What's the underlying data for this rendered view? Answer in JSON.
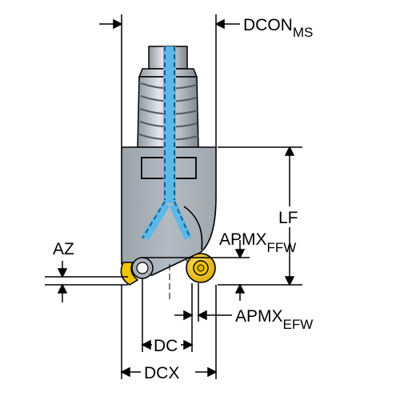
{
  "labels": {
    "dcon": {
      "main": "DCON",
      "sub": "MS"
    },
    "lf": "LF",
    "az": "AZ",
    "apmx_ffw": {
      "main": "APMX",
      "sub": "FFW"
    },
    "apmx_efw": {
      "main": "APMX",
      "sub": "EFW"
    },
    "dc": "DC",
    "dcx": "DCX"
  },
  "colors": {
    "body_gray": "#a9b0b8",
    "body_light": "#d4d9de",
    "coolant_blue": "#5cb8e6",
    "insert_yellow": "#f2c400",
    "outline": "#000000"
  }
}
